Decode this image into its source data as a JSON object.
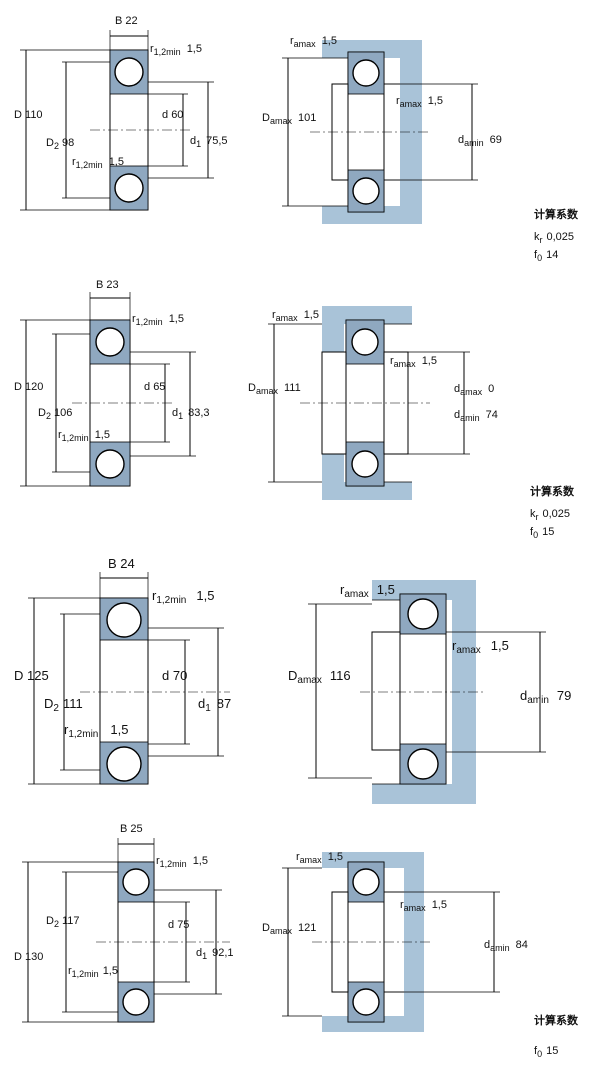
{
  "labels": {
    "B": "B",
    "D": "D",
    "D2": "D",
    "D2_sub": "2",
    "d": "d",
    "d1": "d",
    "d1_sub": "1",
    "r": "r",
    "r_sub": "1,2min",
    "ramax": "r",
    "ramax_sub": "amax",
    "Damax": "D",
    "Damax_sub": "amax",
    "damin": "d",
    "damin_sub": "amin",
    "damax": "d",
    "damax_sub": "amax",
    "calc_title": "计算系数",
    "kr": "k",
    "kr_sub": "r",
    "f0": "f",
    "f0_sub": "0"
  },
  "bearings": [
    {
      "B": "22",
      "D": "110",
      "D2": "98",
      "d": "60",
      "d1": "75,5",
      "r_top": "1,5",
      "r_bot": "1,5",
      "ra_top": "1,5",
      "ra_right": "1,5",
      "Da": "101",
      "da_min": "69",
      "da_max": "",
      "kr": "0,025",
      "f0": "14"
    },
    {
      "B": "23",
      "D": "120",
      "D2": "106",
      "d": "65",
      "d1": "83,3",
      "r_top": "1,5",
      "r_bot": "1,5",
      "ra_top": "1,5",
      "ra_right": "1,5",
      "Da": "111",
      "da_min": "74",
      "da_max": "0",
      "kr": "0,025",
      "f0": "15"
    },
    {
      "B": "24",
      "D": "125",
      "D2": "111",
      "d": "70",
      "d1": "87",
      "r_top": "1,5",
      "r_bot": "1,5",
      "ra_top": "1,5",
      "ra_right": "1,5",
      "Da": "116",
      "da_min": "79",
      "da_max": "",
      "kr": "",
      "f0": ""
    },
    {
      "B": "25",
      "D": "130",
      "D2": "117",
      "d": "75",
      "d1": "92,1",
      "r_top": "1,5",
      "r_bot": "1,5",
      "ra_top": "1,5",
      "ra_right": "1,5",
      "Da": "121",
      "da_min": "84",
      "da_max": "",
      "kr": "",
      "f0": "15"
    }
  ]
}
